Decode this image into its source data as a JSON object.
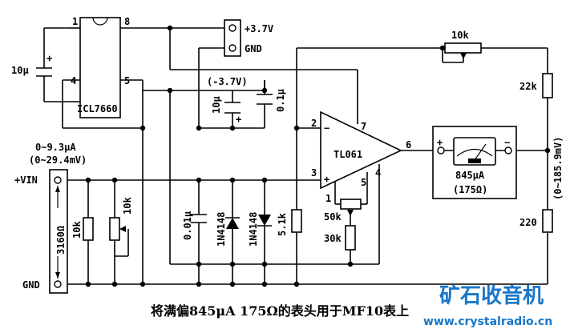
{
  "chip": {
    "name": "ICL7660",
    "pins": {
      "p1": "1",
      "p4": "4",
      "p5": "5",
      "p8": "8"
    }
  },
  "opamp": {
    "name": "TL061",
    "pins": {
      "p1": "1",
      "p2": "2",
      "p3": "3",
      "p4": "4",
      "p5": "5",
      "p6": "6",
      "p7": "7"
    },
    "minus": "−",
    "plus": "+"
  },
  "supply": {
    "pos": "+3.7V",
    "gnd": "GND",
    "neg": "(-3.7V)"
  },
  "parts": {
    "cap_10u_a": "10μ",
    "cap_10u_b": "10μ",
    "cap_01u": "0.1μ",
    "cap_001u": "0.01μ",
    "diode1": "1N4148",
    "diode2": "1N4148",
    "r_51k": "5.1k",
    "r_10k_in": "10k",
    "pot_10k_in": "10k",
    "pot_10k_fb": "10k",
    "r_22k": "22k",
    "r_220": "220",
    "pot_50k": "50k",
    "r_30k": "30k"
  },
  "input": {
    "range_ua": "0~9.3μA",
    "range_mv": "(0~29.4mV)",
    "vin": "+VIN",
    "gnd": "GND",
    "resistance": "3160Ω"
  },
  "meter": {
    "current": "845μA",
    "resistance": "(175Ω)",
    "plus": "+",
    "minus": "−"
  },
  "output_range": "(0~185.9mV)",
  "caption": "将满偏845μA 175Ω的表头用于MF10表上",
  "logo": {
    "cn": "矿石收音机",
    "url": "www.crystalradio.cn"
  }
}
